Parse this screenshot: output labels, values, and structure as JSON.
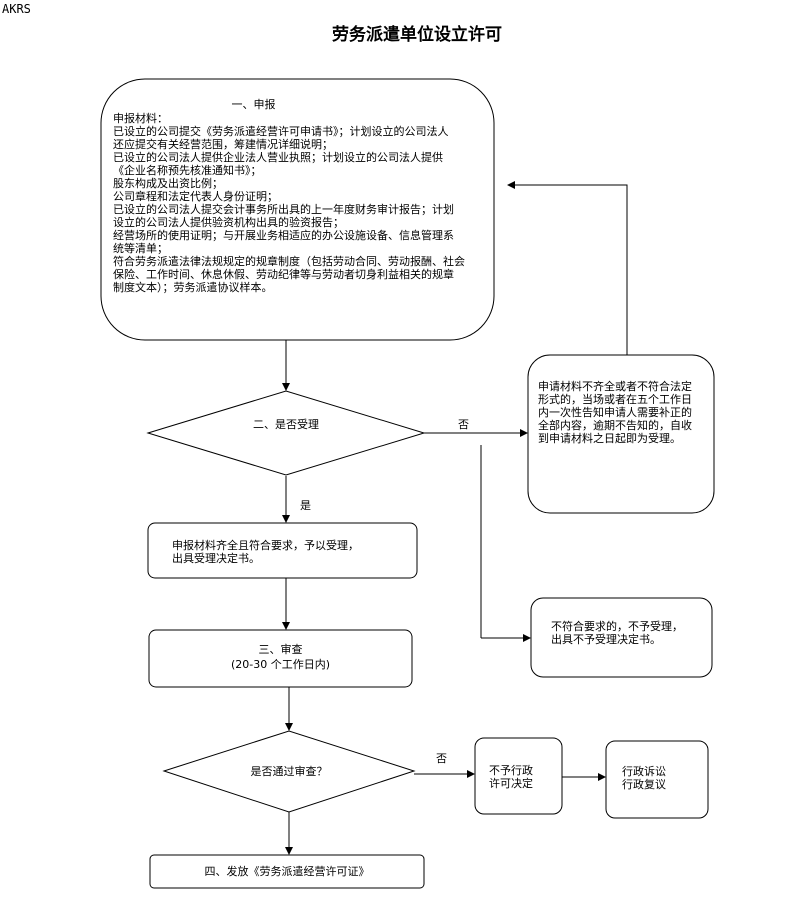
{
  "corner_label": "AKRS",
  "title": "劳务派遣单位设立许可",
  "step1": {
    "heading": "一、申报",
    "lines": [
      "申报材料：",
      "已设立的公司提交《劳务派遣经营许可申请书》；计划设立的公司法人",
      "还应提交有关经营范围，筹建情况详细说明；",
      "已设立的公司法人提供企业法人营业执照；计划设立的公司法人提供",
      "《企业名称预先核准通知书》；",
      "股东构成及出资比例；",
      "公司章程和法定代表人身份证明；",
      "已设立的公司法人提交会计事务所出具的上一年度财务审计报告；计划",
      "设立的公司法人提供验资机构出具的验资报告；",
      "经营场所的使用证明；与开展业务相适应的办公设施设备、信息管理系",
      "统等清单；",
      "符合劳务派遣法律法规规定的规章制度（包括劳动合同、劳动报酬、社会",
      "保险、工作时间、休息休假、劳动纪律等与劳动者切身利益相关的规章",
      "制度文本）；劳务派遣协议样本。"
    ]
  },
  "decision1": {
    "label": "二、是否受理",
    "yes": "是",
    "no": "否"
  },
  "incomplete_box": {
    "lines": [
      "申请材料不齐全或者不符合法定",
      "形式的，当场或者在五个工作日",
      "内一次性告知申请人需要补正的",
      "全部内容，逾期不告知的，自收",
      "到申请材料之日起即为受理。"
    ]
  },
  "accept_box": {
    "lines": [
      "申报材料齐全且符合要求，予以受理，",
      "出具受理决定书。"
    ]
  },
  "reject_box": {
    "lines": [
      "不符合要求的，不予受理，",
      "出具不予受理决定书。"
    ]
  },
  "step3": {
    "heading": "三、审查",
    "sub": "(20-30 个工作日内)"
  },
  "decision2": {
    "label": "是否通过审查？",
    "no": "否"
  },
  "no_permit_box": {
    "lines": [
      "不予行政",
      "许可决定"
    ]
  },
  "appeal_box": {
    "lines": [
      "行政诉讼",
      "行政复议"
    ]
  },
  "step4": {
    "label": "四、发放《劳务派遣经营许可证》"
  }
}
